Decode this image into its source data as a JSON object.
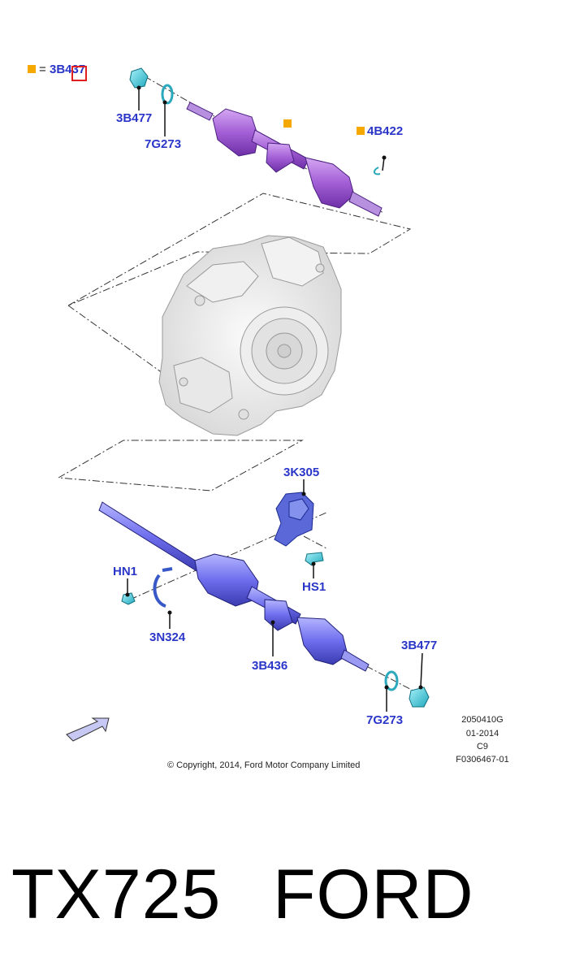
{
  "legend": {
    "symbol_equals": "=",
    "part": "3B437"
  },
  "labels": {
    "top_nut": "3B477",
    "top_washer": "7G273",
    "top_ring": "4B422",
    "bracket": "3K305",
    "hs1": "HS1",
    "hn1": "HN1",
    "clamp": "3N324",
    "front_shaft": "3B436",
    "bottom_nut": "3B477",
    "bottom_washer": "7G273"
  },
  "meta": {
    "line1": "2050410G",
    "line2": "01-2014",
    "line3": "C9",
    "line4": "F0306467-01"
  },
  "copyright": "© Copyright, 2014, Ford Motor Company Limited",
  "caption": {
    "left": "TX725",
    "right": "FORD"
  },
  "colors": {
    "label_blue": "#2a36c8",
    "marker_orange": "#f5a800",
    "shaft_purple": "#a060d0",
    "shaft_blue": "#6c6ce8",
    "part_cyan": "#3ec8d8",
    "highlight_red": "#e02020"
  },
  "icons": {
    "direction_arrow": "arrow-icon",
    "orange_marker": "square-marker-icon"
  }
}
